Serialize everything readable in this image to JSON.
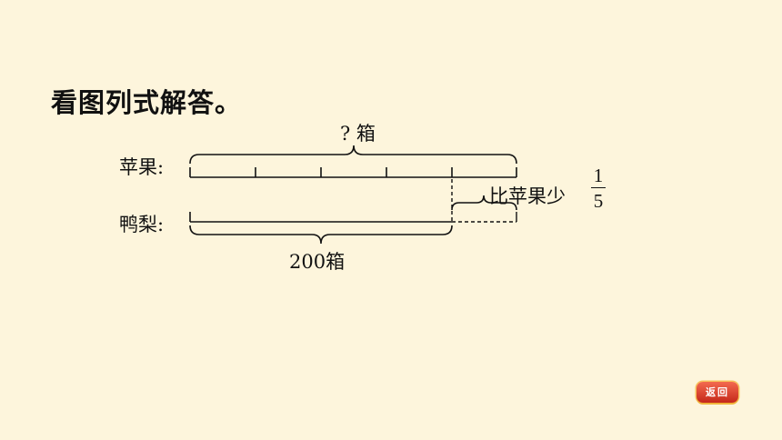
{
  "instruction": "看图列式解答。",
  "diagram": {
    "apple_label": "苹果:",
    "pear_label": "鸭梨:",
    "apple_total_label": "? 箱",
    "pear_total_label": "200箱",
    "difference_label": "比苹果少",
    "difference_fraction": {
      "numerator": "1",
      "denominator": "5"
    }
  },
  "buttons": {
    "back_label": "返回"
  }
}
